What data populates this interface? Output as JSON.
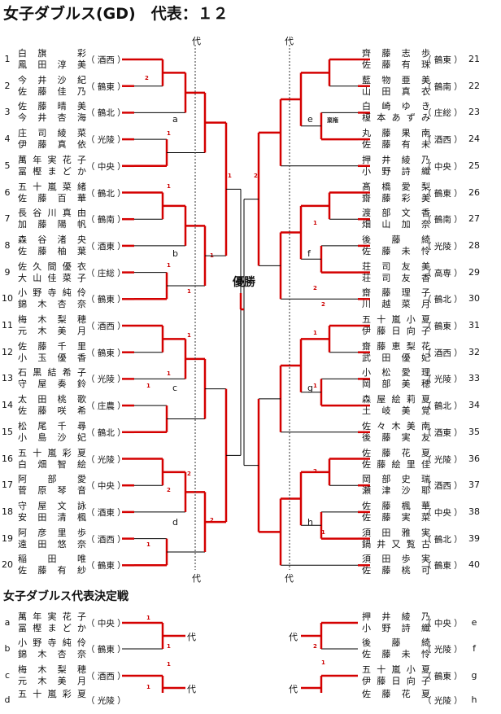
{
  "title": "女子ダブルス(GD)　代表：１２",
  "sub_title": "女子ダブルス代表決定戦",
  "final_label": "優勝",
  "dai": "代",
  "left": [
    {
      "no": "1",
      "p1": "白旗　彩",
      "p2": "鳳田淳美",
      "club": "酒西"
    },
    {
      "no": "2",
      "p1": "今井沙紀",
      "p2": "佐藤佳乃",
      "club": "鶴東"
    },
    {
      "no": "3",
      "p1": "佐藤晴美",
      "p2": "今井杏海",
      "club": "鶴北"
    },
    {
      "no": "4",
      "p1": "庄司綾菜",
      "p2": "伊藤真依",
      "club": "光陵"
    },
    {
      "no": "5",
      "p1": "萬年実花子",
      "p2": "冨樫まどか",
      "club": "中央"
    },
    {
      "no": "6",
      "p1": "五十嵐菜緒",
      "p2": "佐藤百華",
      "club": "鶴北"
    },
    {
      "no": "7",
      "p1": "長谷川真由",
      "p2": "加藤陽帆",
      "club": "鶴南"
    },
    {
      "no": "8",
      "p1": "森谷渚央",
      "p2": "佐藤柚葉",
      "club": "酒東"
    },
    {
      "no": "9",
      "p1": "佐久間優衣",
      "p2": "大山佳菜子",
      "club": "庄総"
    },
    {
      "no": "10",
      "p1": "小野寺純伶",
      "p2": "錦木杏奈",
      "club": "鶴東"
    },
    {
      "no": "11",
      "p1": "梅木梨穂",
      "p2": "元木美月",
      "club": "酒西"
    },
    {
      "no": "12",
      "p1": "佐藤千里",
      "p2": "小玉優香",
      "club": "鶴東"
    },
    {
      "no": "13",
      "p1": "石黒結希子",
      "p2": "守屋奏鈴",
      "club": "光陵"
    },
    {
      "no": "14",
      "p1": "太田桃歌",
      "p2": "佐藤咲希",
      "club": "庄農"
    },
    {
      "no": "15",
      "p1": "松尾千尋",
      "p2": "小島沙妃",
      "club": "鶴北"
    },
    {
      "no": "16",
      "p1": "五十嵐彩夏",
      "p2": "白畑智絵",
      "club": "光陵"
    },
    {
      "no": "17",
      "p1": "阿部愛",
      "p2": "菅原琴音",
      "club": "中央"
    },
    {
      "no": "18",
      "p1": "守屋文詠",
      "p2": "安田清楓",
      "club": "酒東"
    },
    {
      "no": "19",
      "p1": "阿彦里歩",
      "p2": "遠田悠奈",
      "club": "酒西"
    },
    {
      "no": "20",
      "p1": "稲田唯",
      "p2": "佐藤有紗",
      "club": "鶴東"
    }
  ],
  "right": [
    {
      "no": "21",
      "p1": "齊藤志歩",
      "p2": "佐藤有珠",
      "club": "鶴東"
    },
    {
      "no": "22",
      "p1": "藍物亜美",
      "p2": "山田真衣",
      "club": "鶴南"
    },
    {
      "no": "23",
      "p1": "白崎ゆき",
      "p2": "榎本あずみ",
      "club": "庄総"
    },
    {
      "no": "24",
      "p1": "丸藤果南",
      "p2": "佐藤有未",
      "club": "酒西"
    },
    {
      "no": "25",
      "p1": "押井綾乃",
      "p2": "小野詩織",
      "club": "中央"
    },
    {
      "no": "26",
      "p1": "髙橋愛梨",
      "p2": "齋藤彩美",
      "club": "鶴東"
    },
    {
      "no": "27",
      "p1": "渡部文香",
      "p2": "畑山加奈",
      "club": "鶴南"
    },
    {
      "no": "28",
      "p1": "後藤綺",
      "p2": "佐藤未怜",
      "club": "光陵"
    },
    {
      "no": "29",
      "p1": "荘司友美",
      "p2": "荘司友香",
      "club": "高専"
    },
    {
      "no": "30",
      "p1": "齋藤理子",
      "p2": "川越菜月",
      "club": "鶴北"
    },
    {
      "no": "31",
      "p1": "五十嵐小夏",
      "p2": "伊藤日向子",
      "club": "鶴東"
    },
    {
      "no": "32",
      "p1": "齋藤恵梨花",
      "p2": "武田優妃",
      "club": "酒西"
    },
    {
      "no": "33",
      "p1": "小松愛理",
      "p2": "岡部美穂",
      "club": "光陵"
    },
    {
      "no": "34",
      "p1": "森屋絵莉夏",
      "p2": "土岐美覚",
      "club": "鶴北"
    },
    {
      "no": "35",
      "p1": "佐々木美南",
      "p2": "後藤実友",
      "club": "酒東"
    },
    {
      "no": "36",
      "p1": "佐藤花夏",
      "p2": "佐藤絵里佳",
      "club": "光陵"
    },
    {
      "no": "37",
      "p1": "岡部史瑞",
      "p2": "瀬津沙耶",
      "club": "酒西"
    },
    {
      "no": "38",
      "p1": "佐藤楓華",
      "p2": "佐藤実菜",
      "club": "中央"
    },
    {
      "no": "39",
      "p1": "須田雅実",
      "p2": "鍋井又覧古",
      "club": "鶴北"
    },
    {
      "no": "40",
      "p1": "須田歩実",
      "p2": "佐藤桃可",
      "club": "鶴東"
    }
  ],
  "playoff_left": [
    {
      "no": "a",
      "p1": "萬年実花子",
      "p2": "冨樫まどか",
      "club": "中央"
    },
    {
      "no": "b",
      "p1": "小野寺純伶",
      "p2": "錦木杏奈",
      "club": "鶴東"
    },
    {
      "no": "c",
      "p1": "梅木梨穂",
      "p2": "元木美月",
      "club": "酒西"
    },
    {
      "no": "d",
      "p1": "五十嵐彩夏",
      "p2": "",
      "club": "光陵"
    }
  ],
  "playoff_right": [
    {
      "no": "e",
      "p1": "押井綾乃",
      "p2": "小野詩織",
      "club": "中央"
    },
    {
      "no": "f",
      "p1": "後藤綺",
      "p2": "佐藤未怜",
      "club": "光陵"
    },
    {
      "no": "g",
      "p1": "五十嵐小夏",
      "p2": "伊藤日向子",
      "club": "鶴東"
    },
    {
      "no": "h",
      "p1": "佐藤花夏",
      "p2": "",
      "club": "光陵"
    }
  ],
  "block_labels": [
    "a",
    "b",
    "c",
    "d",
    "e",
    "f",
    "g",
    "h"
  ],
  "scores": [
    "2",
    "1",
    "1",
    "1",
    "1",
    "1",
    "1",
    "2",
    "1",
    "2",
    "2",
    "1",
    "1",
    "1",
    "2",
    "2",
    "1",
    "2",
    "1",
    "1",
    "1",
    "2",
    "1",
    "1",
    "1",
    "1",
    "2",
    "1",
    "2",
    "1",
    "1",
    "2",
    "1",
    "2"
  ],
  "note_kiken": "棄権",
  "colors": {
    "win_line": "#d40000",
    "line": "#000000"
  }
}
